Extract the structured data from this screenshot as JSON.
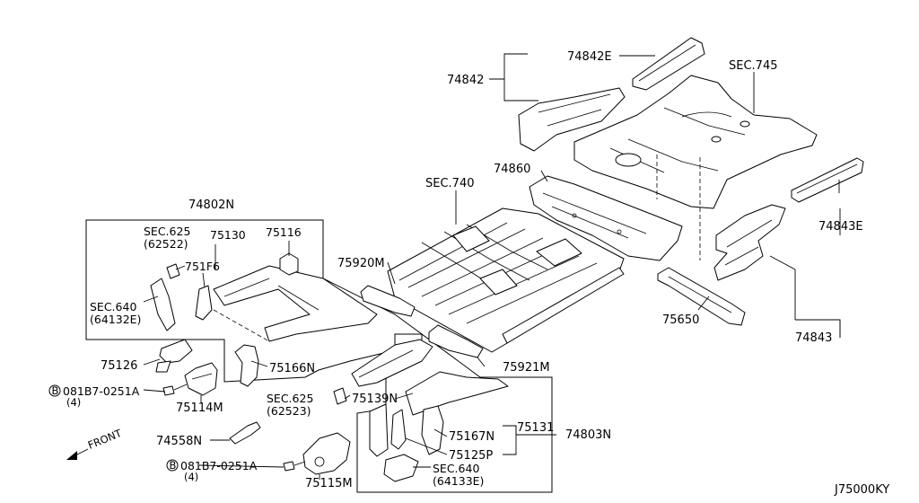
{
  "labels": {
    "p74842E": "74842E",
    "p74842": "74842",
    "sec745": "SEC.745",
    "p74860": "74860",
    "sec740": "SEC.740",
    "p74843E": "74843E",
    "p74802N": "74802N",
    "sec625a": "SEC.625",
    "sec625a_sub": "(62522)",
    "p75130": "75130",
    "p75116": "75116",
    "p751F6": "751F6",
    "sec640a": "SEC.640",
    "sec640a_sub": "(64132E)",
    "p75920M": "75920M",
    "p75650": "75650",
    "p74843": "74843",
    "p75126": "75126",
    "p75166N": "75166N",
    "p75921M": "75921M",
    "bolt1": "081B7-0251A",
    "bolt1_qty": "(4)",
    "bolt1_symbol": "B",
    "p75114M": "75114M",
    "sec625b": "SEC.625",
    "sec625b_sub": "(62523)",
    "p75139N": "75139N",
    "p75131": "75131",
    "p74803N": "74803N",
    "p75167N": "75167N",
    "p74558N": "74558N",
    "p75125P": "75125P",
    "front": "FRONT",
    "bolt2": "081B7-0251A",
    "bolt2_qty": "(4)",
    "bolt2_symbol": "B",
    "sec640b": "SEC.640",
    "sec640b_sub": "(64133E)",
    "p75115M": "75115M",
    "diagram_code": "J75000KY"
  }
}
